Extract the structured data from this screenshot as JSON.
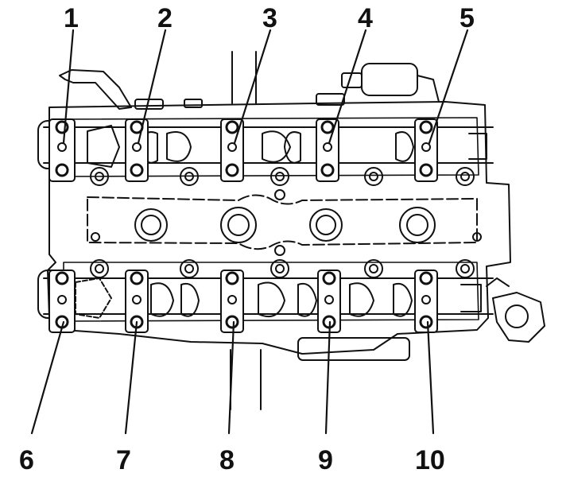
{
  "callouts": {
    "top": [
      {
        "label": "1"
      },
      {
        "label": "2"
      },
      {
        "label": "3"
      },
      {
        "label": "4"
      },
      {
        "label": "5"
      }
    ],
    "bottom": [
      {
        "label": "6"
      },
      {
        "label": "7"
      },
      {
        "label": "8"
      },
      {
        "label": "9"
      },
      {
        "label": "10"
      }
    ]
  },
  "colors": {
    "ink": "#111111",
    "paper": "#ffffff",
    "shade": "#e6e6e6"
  }
}
